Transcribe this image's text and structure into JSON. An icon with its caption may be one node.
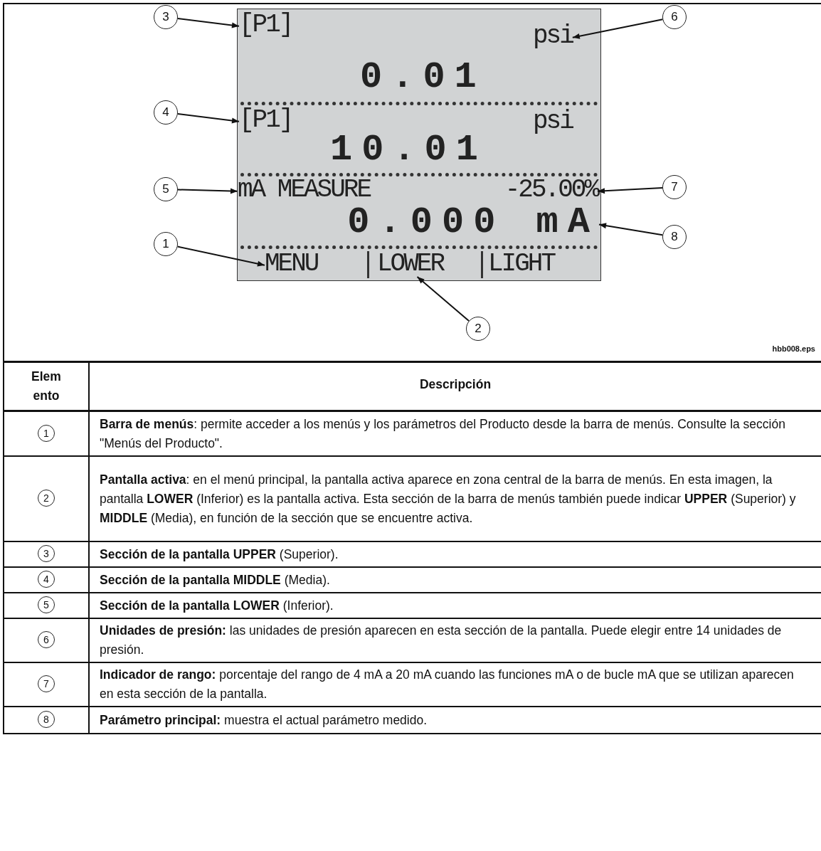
{
  "diagram": {
    "nodes": [
      {
        "text": [
          "3"
        ]
      },
      {
        "text": [],
        "shape": "box"
      },
      {
        "text": [
          "[P1]"
        ],
        "in": 1
      },
      {
        "text": [
          "psi"
        ],
        "in": 1
      },
      {
        "text": [
          "0.01"
        ],
        "in": 1
      },
      {
        "text": [
          "[P1]"
        ],
        "in": 1
      },
      {
        "text": [
          "psi"
        ],
        "in": 1
      },
      {
        "text": [
          "10.01"
        ],
        "in": 1
      },
      {
        "text": [
          "mA MEASURE"
        ],
        "in": 1
      },
      {
        "text": [
          "-25.00%"
        ],
        "in": 1
      },
      {
        "text": [
          "0.000 mA"
        ],
        "in": 1
      },
      {
        "text": [
          "MENU"
        ],
        "in": 1
      },
      {
        "text": [
          "LOWER"
        ],
        "in": 1
      },
      {
        "text": [
          "LIGHT"
        ],
        "in": 1
      },
      {
        "text": [
          "6"
        ]
      },
      {
        "text": [
          "4"
        ]
      },
      {
        "text": [
          "5"
        ]
      },
      {
        "text": [
          "7"
        ]
      },
      {
        "text": [
          "8"
        ]
      },
      {
        "text": [
          "1"
        ]
      },
      {
        "text": [
          "2"
        ]
      }
    ],
    "edges": [
      {
        "from": 0,
        "to": 2,
        "arrow": "to"
      },
      {
        "from": 14,
        "to": 3,
        "arrow": "to"
      },
      {
        "from": 15,
        "to": 5,
        "arrow": "to"
      },
      {
        "from": 16,
        "to": 8,
        "arrow": "to"
      },
      {
        "from": 17,
        "to": 9,
        "arrow": "to"
      },
      {
        "from": 18,
        "to": 10,
        "arrow": "to"
      },
      {
        "from": 19,
        "to": 11,
        "arrow": "to"
      },
      {
        "from": 20,
        "to": 12,
        "arrow": "to"
      }
    ],
    "labels": [
      "hbb008.eps",
      "Elem ento",
      "Descripción",
      "1",
      "**Barra de menús**: permite acceder a los menús y los parámetros del Producto desde la barra de menús. Consulte la sección \"Menús del Producto\".",
      "2",
      "**Pantalla activa**: en el menú principal, la pantalla activa aparece en zona central de la barra de menús. En esta imagen, la pantalla **LOWER** (Inferior) es la pantalla activa. Esta sección de la barra de menús también puede indicar **UPPER** (Superior) y **MIDDLE** (Media), en función de la sección que se encuentre activa.",
      "3",
      "**Sección de la pantalla UPPER** (Superior).",
      "4",
      "**Sección de la pantalla MIDDLE** (Media).",
      "5",
      "**Sección de la pantalla LOWER** (Inferior).",
      "6",
      "**Unidades de presión:** las unidades de presión aparecen en esta sección de la pantalla. Puede elegir entre 14 unidades de presión.",
      "7",
      "**Indicador de rango:** porcentaje del rango de 4 mA a 20 mA cuando las funciones mA o de bucle mA que se utilizan aparecen en esta sección de la pantalla.",
      "8",
      "**Parámetro principal:** muestra el actual parámetro medido."
    ]
  }
}
